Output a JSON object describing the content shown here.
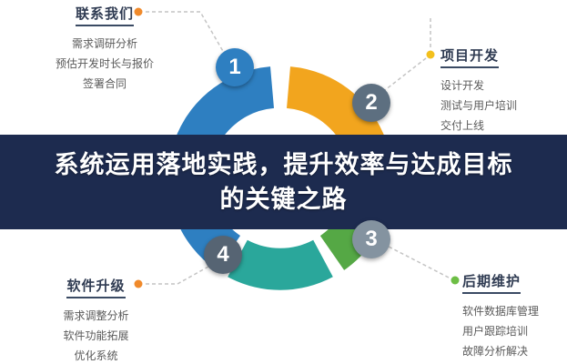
{
  "banner": {
    "line1": "系统运用落地实践，提升效率与达成目标",
    "line2": "的关键之路",
    "bg_color": "#1d2b4f"
  },
  "steps": [
    {
      "number": "1",
      "title": "联系我们",
      "items": [
        "需求调研分析",
        "预估开发时长与报价",
        "签署合同"
      ],
      "circle_color": "#2e7fc1",
      "dot_color": "#f08a2b"
    },
    {
      "number": "2",
      "title": "项目开发",
      "items": [
        "设计开发",
        "测试与用户培训",
        "交付上线"
      ],
      "circle_color": "#5d6f80",
      "dot_color": "#f3c01d"
    },
    {
      "number": "3",
      "title": "后期维护",
      "items": [
        "软件数据库管理",
        "用户跟踪培训",
        "故障分析解决"
      ],
      "circle_color": "#8493a0",
      "dot_color": "#6dbe45"
    },
    {
      "number": "4",
      "title": "软件升级",
      "items": [
        "需求调整分析",
        "软件功能拓展",
        "优化系统"
      ],
      "circle_color": "#566473",
      "dot_color": "#f08a2b"
    }
  ],
  "ring": {
    "blue": "#2e7fc1",
    "orange": "#f2a51e",
    "green": "#55a845",
    "teal": "#2aa79b"
  },
  "connector_color": "#c4c4c4"
}
